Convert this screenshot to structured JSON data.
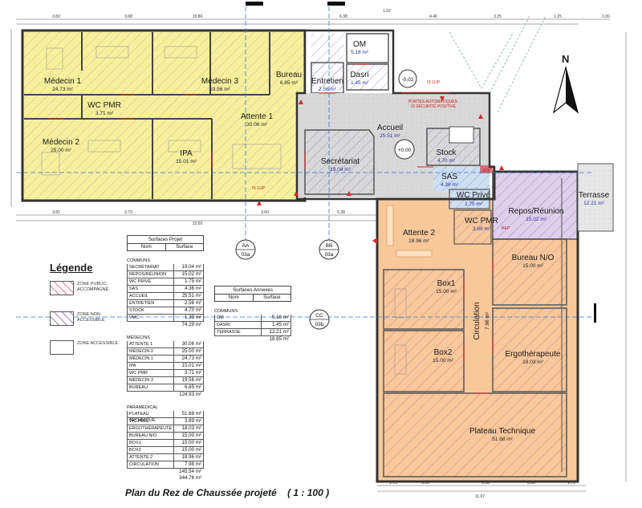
{
  "title": {
    "label": "Plan du Rez de Chaussée projeté",
    "scale": "( 1 : 100 )"
  },
  "north": "N",
  "legend": {
    "title": "Légende",
    "items": [
      {
        "label": "Zone Public accompagné",
        "color": "#f4c3c7"
      },
      {
        "label": "Zone non accessible",
        "color": "#d9c8e8"
      },
      {
        "label": "Zone accessible",
        "color": "#ffffff"
      }
    ]
  },
  "rooms": [
    {
      "id": "medecin1",
      "name": "Médecin 1",
      "area": "24.73 m²"
    },
    {
      "id": "medecin3",
      "name": "Médecin 3",
      "area": "19.56 m²"
    },
    {
      "id": "bureau",
      "name": "Bureau",
      "area": "6.85 m²"
    },
    {
      "id": "wcpmr1",
      "name": "WC PMR",
      "area": "3.71 m²"
    },
    {
      "id": "attente1",
      "name": "Attente 1",
      "area": "30.06 m²"
    },
    {
      "id": "medecin2",
      "name": "Médecin 2",
      "area": "25.00 m²"
    },
    {
      "id": "ipa",
      "name": "IPA",
      "area": "15.01 m²"
    },
    {
      "id": "om",
      "name": "OM",
      "area": "5.18 m²"
    },
    {
      "id": "dasri",
      "name": "Dasri",
      "area": "1.45 m²"
    },
    {
      "id": "entretien",
      "name": "Entretien",
      "area": "2.56 m²"
    },
    {
      "id": "accueil",
      "name": "Accueil",
      "area": "25.51 m²"
    },
    {
      "id": "secretariat",
      "name": "Secrétariat",
      "area": "19.04 m²"
    },
    {
      "id": "stock",
      "name": "Stock",
      "area": "4.70 m²"
    },
    {
      "id": "sas",
      "name": "SAS",
      "area": "4.36 m²"
    },
    {
      "id": "wcprive",
      "name": "WC Privé",
      "area": "1.75 m²"
    },
    {
      "id": "wcpmr2",
      "name": "WC PMR",
      "area": "3.89 m²"
    },
    {
      "id": "repos",
      "name": "Repos/Réunion",
      "area": "15.02 m²"
    },
    {
      "id": "terrasse",
      "name": "Terrasse",
      "area": "12.21 m²"
    },
    {
      "id": "attente2",
      "name": "Attente 2",
      "area": "18.96 m²"
    },
    {
      "id": "bureauno",
      "name": "Bureau N/O",
      "area": "15.00 m²"
    },
    {
      "id": "box1",
      "name": "Box1",
      "area": "15.00 m²"
    },
    {
      "id": "circulation",
      "name": "Circulation",
      "area": "7.98 m²"
    },
    {
      "id": "box2",
      "name": "Box2",
      "area": "15.00 m²"
    },
    {
      "id": "ergo",
      "name": "Ergothérapeute",
      "area": "18.03 m²"
    },
    {
      "id": "plateau",
      "name": "Plateau Technique",
      "area": "51.68 m²"
    }
  ],
  "annotations": {
    "level_accueil": "+0.00",
    "level_entry": "-0.02",
    "portes": "PORTES AUTOMATIQUES\nIS SÉCURITÉ POSITIVE",
    "is1": "IS 1UP",
    "is2": "IS 1UP",
    "edf": "EDF",
    "rep": "REP",
    "section_aa": "AA",
    "section_aa_sheet": "03a",
    "section_bb": "BB",
    "section_bb_sheet": "03a",
    "section_cc": "CC",
    "section_cc_sheet": "03b"
  },
  "surfaces_projet": {
    "title": "Surfaces Projet",
    "col_name": "Nom",
    "col_area": "Surface",
    "groups": [
      {
        "label": "Communs",
        "rows": [
          [
            "Secrétariat",
            "19.04 m²"
          ],
          [
            "Repos/Réunion",
            "15.02 m²"
          ],
          [
            "WC Privé",
            "1.75 m²"
          ],
          [
            "SAS",
            "4.36 m²"
          ],
          [
            "Accueil",
            "25.51 m²"
          ],
          [
            "Entretien",
            "2.56 m²"
          ],
          [
            "Stock",
            "4.70 m²"
          ],
          [
            "VMC",
            "1.39 m²"
          ]
        ],
        "total": "74.29 m²"
      },
      {
        "label": "Médecins",
        "rows": [
          [
            "Attente 1",
            "30.06 m²"
          ],
          [
            "Médecin 2",
            "25.00 m²"
          ],
          [
            "Médecin 1",
            "24.73 m²"
          ],
          [
            "IPA",
            "15.01 m²"
          ],
          [
            "WC PMR",
            "3.71 m²"
          ],
          [
            "Médecin 3",
            "19.56 m²"
          ],
          [
            "Bureau",
            "6.85 m²"
          ]
        ],
        "total": "124.93 m²"
      },
      {
        "label": "Paramédical",
        "rows": [
          [
            "Plateau Technique",
            "51.68 m²"
          ],
          [
            "WC PMR",
            "3.89 m²"
          ],
          [
            "Ergothérapeute",
            "18.03 m²"
          ],
          [
            "Bureau N/O",
            "15.00 m²"
          ],
          [
            "Box1",
            "15.00 m²"
          ],
          [
            "Box2",
            "15.00 m²"
          ],
          [
            "Attente 2",
            "18.96 m²"
          ],
          [
            "Circulation",
            "7.98 m²"
          ]
        ],
        "total": "145.54 m²"
      }
    ],
    "grand_total": "344.76 m²"
  },
  "surfaces_annexes": {
    "title": "Surfaces Annexes",
    "col_name": "Nom",
    "col_area": "Surface",
    "group_label": "Communs",
    "rows": [
      [
        "OM",
        "5.18 m²"
      ],
      [
        "Dasri",
        "1.45 m²"
      ],
      [
        "Terrasse",
        "12.21 m²"
      ]
    ],
    "total": "18.85 m²"
  },
  "dimensions": {
    "top": [
      "3.82",
      "3.68",
      "15.80",
      "6.38",
      "1.02",
      "4.40",
      "3.25",
      "1.25",
      "1.00"
    ],
    "middle": [
      "3.82",
      "3.73",
      "15.50",
      "3.60",
      "6.38"
    ],
    "bottom": [
      "1.75",
      "3.60",
      "11.07",
      "1.60",
      "3.60",
      "1.75"
    ]
  },
  "colors": {
    "yellow_zone": "#f7f09a",
    "orange_zone": "#f8c89a",
    "pink_hatch": "#e58aa0",
    "purple_hatch": "#b79ad1",
    "grey_zone": "#d8d8d8",
    "blue_zone": "#cde0f2"
  }
}
